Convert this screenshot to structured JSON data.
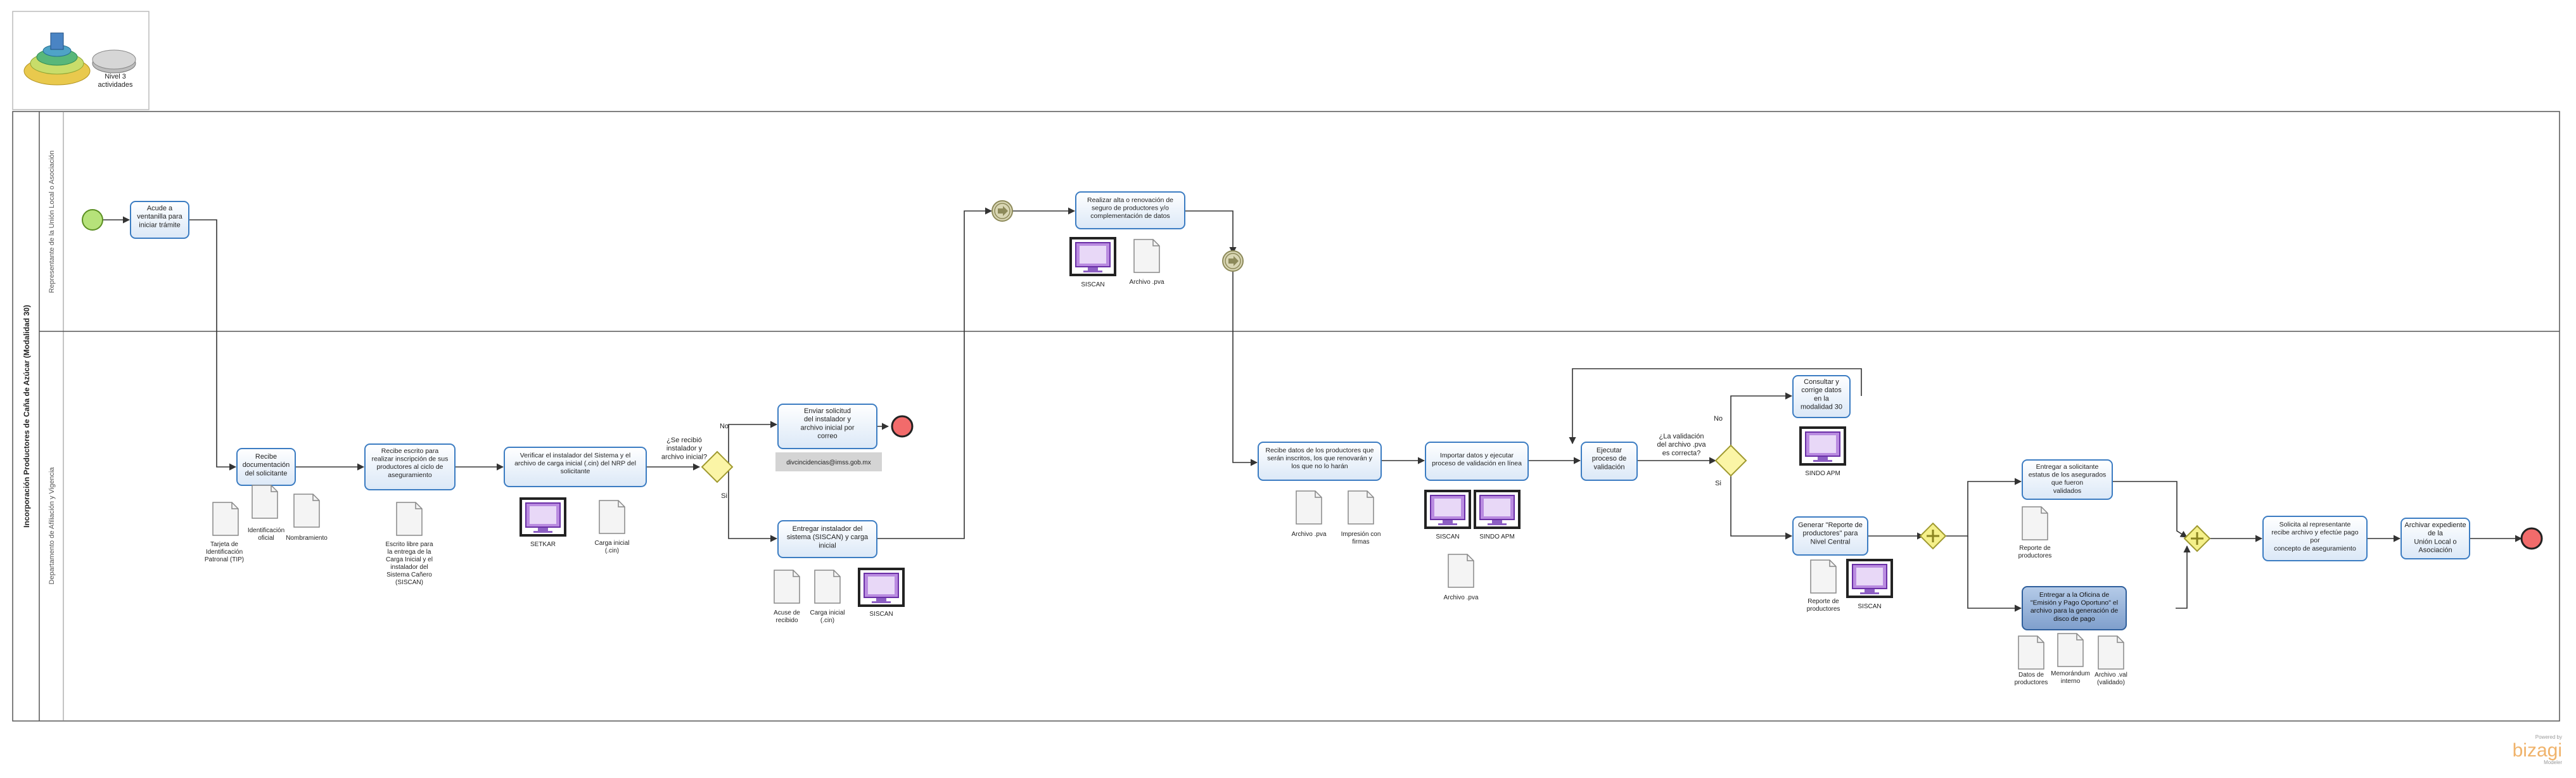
{
  "legend": {
    "level_text": "Nivel 3\nactividades"
  },
  "pool": {
    "title": "Incorporación Productores de Caña de Azúcar (Modalidad 30)"
  },
  "lanes": {
    "top": "Representante de la Unión Local o Asociación",
    "bottom": "Departamento de Afiliación y Vigencia"
  },
  "tasks": {
    "t1": "Acude a\nventanilla para\niniciar trámite",
    "t2": "Recibe\ndocumentación\ndel solicitante",
    "t3": "Recibe escrito para\nrealizar inscripción de sus\nproductores al ciclo de\naseguramiento",
    "t4": "Verificar el instalador del Sistema y el\narchivo de carga inicial (.cin) del NRP del\nsolicitante",
    "t5": "Enviar solicitud\ndel instalador y\narchivo inicial por\ncorreo",
    "t6": "Entregar instalador del\nsistema (SISCAN) y carga\ninicial",
    "t7": "Realizar alta o renovación de\nseguro de productores y/o\ncomplementación de datos",
    "t8": "Recibe datos de los productores que\nserán inscritos, los que renovarán y\nlos que no lo harán",
    "t9": "Importar datos y ejecutar\nproceso de validación en línea",
    "t10": "Ejecutar\nproceso de\nvalidación",
    "t11": "Consultar y\ncorrige datos\nen la\nmodalidad 30",
    "t12": "Generar \"Reporte de\nproductores\" para\nNivel Central",
    "t13": "Entregar a solicitante\nestatus de los asegurados\nque fueron\nvalidados",
    "t14": "Entregar a la Oficina de\n\"Emisión y Pago Oportuno\" el\narchivo para la generación de\ndisco de pago",
    "t15": "Solicita al representante\nrecibe archivo y efectúe pago\npor\nconcepto de aseguramiento",
    "t16": "Archivar expediente\nde la\nUnión Local o\nAsociación"
  },
  "gateways": {
    "g1_question": "¿Se recibió\ninstalador y\narchivo inicial?",
    "g2_question": "¿La validación\ndel archivo .pva\nes correcta?",
    "no": "No",
    "si": "Si"
  },
  "annotation": "divcincidencias@imss.gob.mx",
  "documents": {
    "d1": "Tarjeta de\nIdentificación\nPatronal (TIP)",
    "d2": "Identificación\noficial",
    "d3": "Nombramiento",
    "d4": "Escrito libre para\nla entrega de la\nCarga Inicial y el\ninstalador del\nSistema Cañero\n(SISCAN)",
    "d5": "Carga inicial\n(.cin)",
    "d6": "Acuse de\nrecibido",
    "d7": "Carga inicial\n(.cin)",
    "d8": "Archivo .pva",
    "d9": "Archivo .pva",
    "d10": "Impresión con\nfirmas",
    "d11": "Archivo .pva",
    "d12": "Reporte de\nproductores",
    "d13": "Reporte de\nproductores",
    "d14": "Datos de\nproductores",
    "d15": "Memorándum\ninterno",
    "d16": "Archivo .val\n(validado)"
  },
  "systems": {
    "s1": "SETKAR",
    "s2": "SISCAN",
    "s3": "SISCAN",
    "s4": "SISCAN",
    "s5": "SINDO APM",
    "s6": "SINDO APM",
    "s7": "SISCAN"
  },
  "logo": {
    "powered": "Powered by",
    "brand": "bizagi",
    "sub": "Modeler"
  },
  "colors": {
    "task_fill": "#eaf2fb",
    "task_stroke": "#3b7cc2",
    "task_dark": "#8fb0d8",
    "start_fill": "#b6e27a",
    "end_fill": "#f26b6b",
    "gateway_fill": "#fbf5a6",
    "parallel_fill": "#f5f08a",
    "intermediate_fill": "#c8c6a8",
    "brand": "#f0b36b"
  }
}
